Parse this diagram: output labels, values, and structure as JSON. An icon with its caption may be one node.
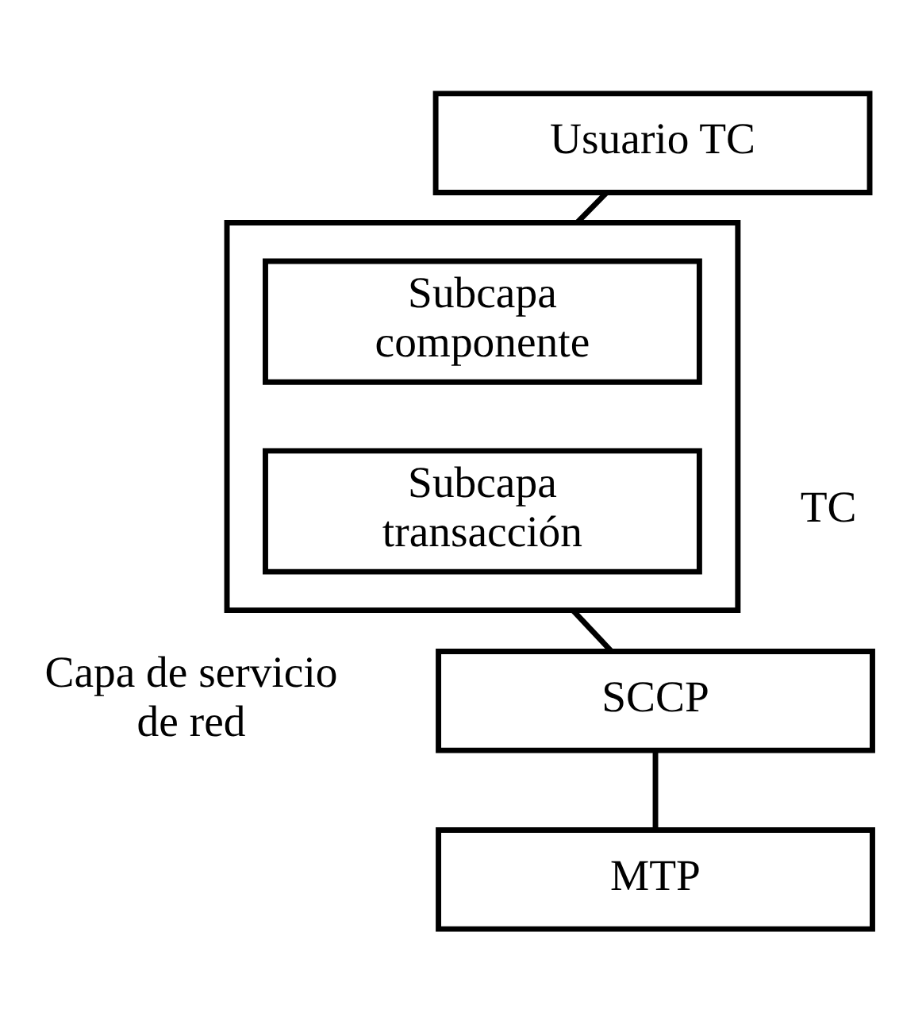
{
  "diagram": {
    "nodes": [
      {
        "text": [
          "Usuario TC"
        ]
      },
      {
        "text": [],
        "shape": "box"
      },
      {
        "text": [
          "Subcapa componente"
        ],
        "in": 1
      },
      {
        "text": [
          "Subcapa transacción"
        ],
        "in": 1
      },
      {
        "text": [
          "SCCP"
        ]
      },
      {
        "text": [
          "MTP"
        ]
      }
    ],
    "edges": [
      {
        "from": 0,
        "to": 1,
        "arrow": "none"
      },
      {
        "from": 1,
        "to": 4,
        "arrow": "none"
      },
      {
        "from": 4,
        "to": 5,
        "arrow": "none"
      }
    ],
    "labels": [
      "TC",
      "Capa de servicio de red"
    ]
  }
}
